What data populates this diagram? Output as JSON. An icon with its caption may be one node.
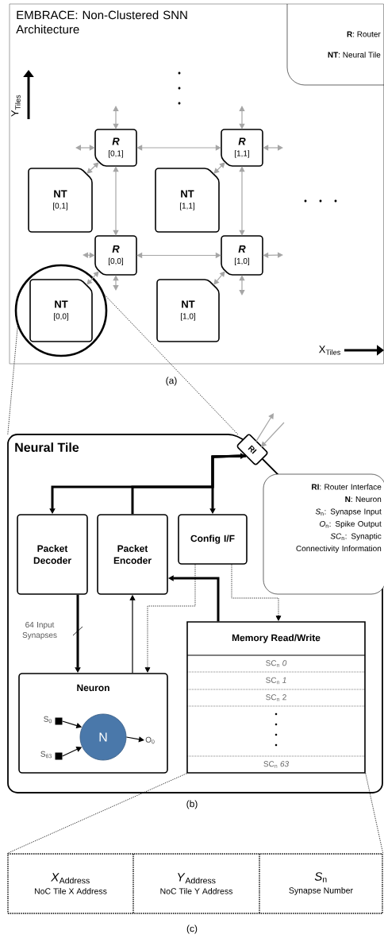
{
  "diagram": {
    "nodes": [
      {
        "text": [
          "EMBRACE: Non-Clustered SNN Architecture"
        ]
      },
      {
        "text": [
          "**R**: Router",
          "**NT**: Neural Tile"
        ],
        "in": 0
      },
      {
        "text": [
          "R",
          "[0,1]"
        ],
        "in": 0
      },
      {
        "text": [
          "R",
          "[1,1]"
        ],
        "in": 0
      },
      {
        "text": [
          "NT",
          "[0,1]"
        ],
        "in": 0
      },
      {
        "text": [
          "NT",
          "[1,1]"
        ],
        "in": 0
      },
      {
        "text": [
          "R",
          "[0,0]"
        ],
        "in": 0
      },
      {
        "text": [
          "R",
          "[1,0]"
        ],
        "in": 0
      },
      {
        "text": [
          "NT",
          "[0,0]"
        ],
        "in": 10
      },
      {
        "text": [
          "NT",
          "[1,0]"
        ],
        "in": 0
      },
      {
        "text": [],
        "shape": "circle",
        "in": 0
      },
      {
        "text": [
          "Neural Tile"
        ]
      },
      {
        "text": [
          "RI"
        ],
        "in": 11
      },
      {
        "text": [
          "**RI**: Router Interface",
          "**N**: Neuron",
          "*S*$_{n}$: Synapse Input",
          "*O*$_{n}$: Spike Output",
          "*SC*$_{n}$: Synaptic Connectivity Information"
        ],
        "in": 11
      },
      {
        "text": [
          "Packet Decoder"
        ],
        "in": 11
      },
      {
        "text": [
          "Packet Encoder"
        ],
        "in": 11
      },
      {
        "text": [
          "Config I/F"
        ],
        "in": 11
      },
      {
        "text": [
          "Memory Read/Write",
          "SC$_{n}$ *0*",
          "SC$_{n}$ *1*",
          "SC$_{n}$ 2",
          "SC$_{n}$ *63*"
        ],
        "in": 11
      },
      {
        "text": [
          "Neuron"
        ],
        "in": 11
      },
      {
        "text": [],
        "shape": "box",
        "beside": [
          "S$_{0}$"
        ],
        "in": 18
      },
      {
        "text": [],
        "shape": "box",
        "beside": [
          "S$_{63}$"
        ],
        "in": 18
      },
      {
        "text": [
          "N"
        ],
        "in": 18
      },
      {
        "text": [
          "O$_{0}$"
        ],
        "in": 18
      },
      {
        "text": [],
        "shape": "box"
      },
      {
        "text": [
          "*X*$_{Address}$",
          "NoC Tile X Address"
        ],
        "in": 23
      },
      {
        "text": [
          "*Y*$_{Address}$",
          "NoC Tile Y Address"
        ],
        "in": 23
      },
      {
        "text": [
          "*S*$_{n}$",
          "Synapse Number"
        ],
        "in": 23
      }
    ],
    "edges": [
      {
        "from": 2,
        "to": 3,
        "arrow": "both",
        "color": "#a6a6a6"
      },
      {
        "from": 2,
        "to": 6,
        "arrow": "both",
        "color": "#a6a6a6"
      },
      {
        "from": 3,
        "to": 7,
        "arrow": "both",
        "color": "#a6a6a6"
      },
      {
        "from": 6,
        "to": 7,
        "arrow": "both",
        "color": "#a6a6a6"
      },
      {
        "from": 4,
        "to": 2,
        "arrow": "both",
        "color": "#a6a6a6"
      },
      {
        "from": 5,
        "to": 3,
        "arrow": "both",
        "color": "#a6a6a6"
      },
      {
        "from": 8,
        "to": 6,
        "arrow": "both",
        "color": "#a6a6a6"
      },
      {
        "from": 9,
        "to": 7,
        "arrow": "both",
        "color": "#a6a6a6"
      },
      {
        "from": null,
        "to": 2,
        "arrow": "both",
        "color": "#a6a6a6"
      },
      {
        "from": null,
        "to": 2,
        "arrow": "both",
        "color": "#a6a6a6"
      },
      {
        "from": null,
        "to": 3,
        "arrow": "both",
        "color": "#a6a6a6"
      },
      {
        "from": null,
        "to": 3,
        "arrow": "both",
        "color": "#a6a6a6"
      },
      {
        "from": null,
        "to": 6,
        "arrow": "both",
        "color": "#a6a6a6"
      },
      {
        "from": null,
        "to": 6,
        "arrow": "both",
        "color": "#a6a6a6"
      },
      {
        "from": null,
        "to": 7,
        "arrow": "both",
        "color": "#a6a6a6"
      },
      {
        "from": null,
        "to": 7,
        "arrow": "both",
        "color": "#a6a6a6"
      },
      {
        "from": 10,
        "to": 11,
        "arrow": "none",
        "style": "dashed",
        "color": "#000000"
      },
      {
        "from": 10,
        "to": 11,
        "arrow": "none",
        "style": "dashed",
        "color": "#000000"
      },
      {
        "from": 15,
        "to": 12,
        "arrow": "to",
        "style": "thick",
        "color": "#000000"
      },
      {
        "from": 12,
        "to": 14,
        "arrow": "to",
        "style": "thick",
        "color": "#000000"
      },
      {
        "from": 12,
        "to": 16,
        "arrow": "to",
        "style": "thick",
        "color": "#000000"
      },
      {
        "from": 14,
        "to": 18,
        "arrow": "to",
        "style": "thick",
        "color": "#000000",
        "label": "64 Input Synapses"
      },
      {
        "from": 18,
        "to": 15,
        "arrow": "to",
        "color": "#000000"
      },
      {
        "from": 16,
        "to": 18,
        "arrow": "to",
        "style": "dashed",
        "color": "#000000"
      },
      {
        "from": 16,
        "to": 17,
        "arrow": "to",
        "style": "dashed",
        "color": "#000000"
      },
      {
        "from": 17,
        "to": 15,
        "arrow": "to",
        "style": "thick",
        "color": "#000000"
      },
      {
        "from": 19,
        "to": 21,
        "arrow": "to",
        "color": "#000000"
      },
      {
        "from": 20,
        "to": 21,
        "arrow": "to",
        "color": "#000000"
      },
      {
        "from": 21,
        "to": 22,
        "arrow": "to",
        "color": "#000000"
      },
      {
        "from": 12,
        "to": null,
        "arrow": "to",
        "color": "#a6a6a6"
      },
      {
        "from": null,
        "to": 12,
        "arrow": "to",
        "color": "#a6a6a6"
      },
      {
        "from": 17,
        "to": 23,
        "arrow": "none",
        "style": "dashed",
        "color": "#000000"
      },
      {
        "from": 17,
        "to": 23,
        "arrow": "none",
        "style": "dashed",
        "color": "#000000"
      }
    ],
    "labels": [
      "Y$_{Tiles}$",
      "X$_{Tiles}$",
      "(a)",
      "(b)",
      "(c)"
    ]
  }
}
